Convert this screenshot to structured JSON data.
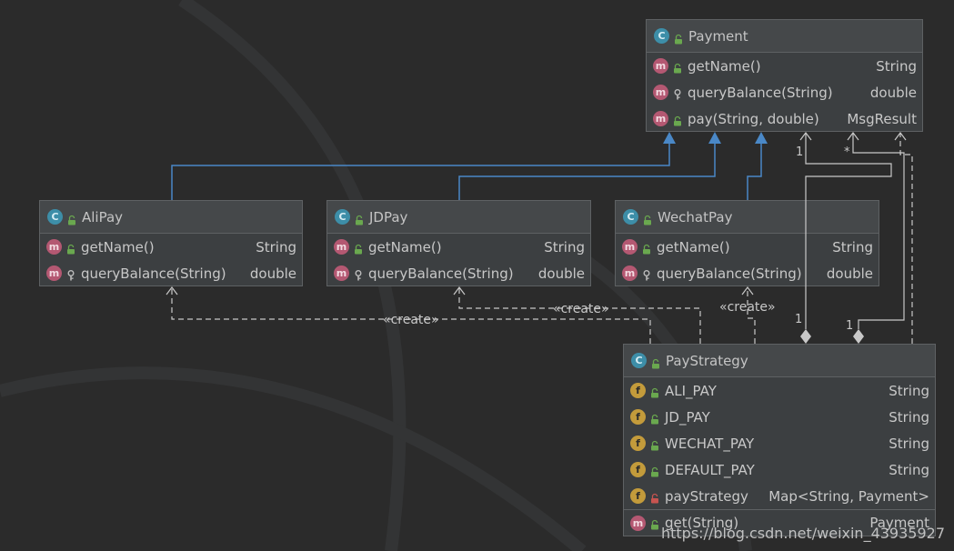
{
  "classes": {
    "payment": {
      "name": "Payment",
      "icon": "class-icon",
      "methods": [
        {
          "name": "getName()",
          "type": "String",
          "visibility": "public"
        },
        {
          "name": "queryBalance(String)",
          "type": "double",
          "visibility": "protected"
        },
        {
          "name": "pay(String, double)",
          "type": "MsgResult",
          "visibility": "public"
        }
      ]
    },
    "alipay": {
      "name": "AliPay",
      "icon": "class-icon",
      "methods": [
        {
          "name": "getName()",
          "type": "String",
          "visibility": "public"
        },
        {
          "name": "queryBalance(String)",
          "type": "double",
          "visibility": "protected"
        }
      ]
    },
    "jdpay": {
      "name": "JDPay",
      "icon": "class-icon",
      "methods": [
        {
          "name": "getName()",
          "type": "String",
          "visibility": "public"
        },
        {
          "name": "queryBalance(String)",
          "type": "double",
          "visibility": "protected"
        }
      ]
    },
    "wechatpay": {
      "name": "WechatPay",
      "icon": "class-icon",
      "methods": [
        {
          "name": "getName()",
          "type": "String",
          "visibility": "public"
        },
        {
          "name": "queryBalance(String)",
          "type": "double",
          "visibility": "protected"
        }
      ]
    },
    "paystrategy": {
      "name": "PayStrategy",
      "icon": "class-icon",
      "fields": [
        {
          "name": "ALI_PAY",
          "type": "String",
          "visibility": "public"
        },
        {
          "name": "JD_PAY",
          "type": "String",
          "visibility": "public"
        },
        {
          "name": "WECHAT_PAY",
          "type": "String",
          "visibility": "public"
        },
        {
          "name": "DEFAULT_PAY",
          "type": "String",
          "visibility": "public"
        },
        {
          "name": "payStrategy",
          "type": "Map<String, Payment>",
          "visibility": "private"
        }
      ],
      "methods": [
        {
          "name": "get(String)",
          "type": "Payment",
          "visibility": "public"
        }
      ]
    }
  },
  "labels": {
    "create_alipay": "«create»",
    "create_jdpay": "«create»",
    "create_wechatpay": "«create»"
  },
  "multiplicities": {
    "m1": "1",
    "m2": "*",
    "m3": "1",
    "m4": "1"
  },
  "watermark": "https://blog.csdn.net/weixin_43935927",
  "colors": {
    "background": "#2b2b2b",
    "inheritance": "#4a88c7",
    "dependency": "#c8c8c8",
    "class_icon": "#3d8ea8",
    "method_icon": "#b45872",
    "field_icon": "#c39b3b",
    "public_lock": "#6aa84f",
    "private_lock": "#c75450"
  }
}
